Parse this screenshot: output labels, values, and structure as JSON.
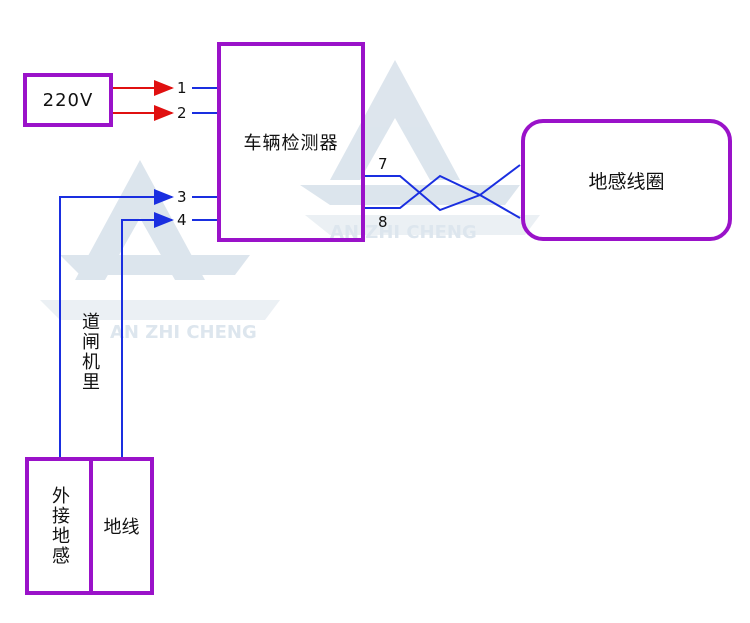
{
  "diagram": {
    "power_source": "220V",
    "detector": "车辆检测器",
    "loop_coil": "地感线圈",
    "external_sensor": "外接地感",
    "ground_wire": "地线",
    "barrier_note": "道闸机里",
    "terminals": [
      "1",
      "2",
      "3",
      "4",
      "7",
      "8"
    ]
  },
  "watermark": {
    "text_top": "AN ZHI CHENG",
    "text_bottom": "AN ZHI CHENG"
  },
  "colors": {
    "box_border": "#9a12c9",
    "power_wire": "#e01010",
    "signal_wire": "#1a2fe0",
    "watermark": "#c9d6e3"
  }
}
